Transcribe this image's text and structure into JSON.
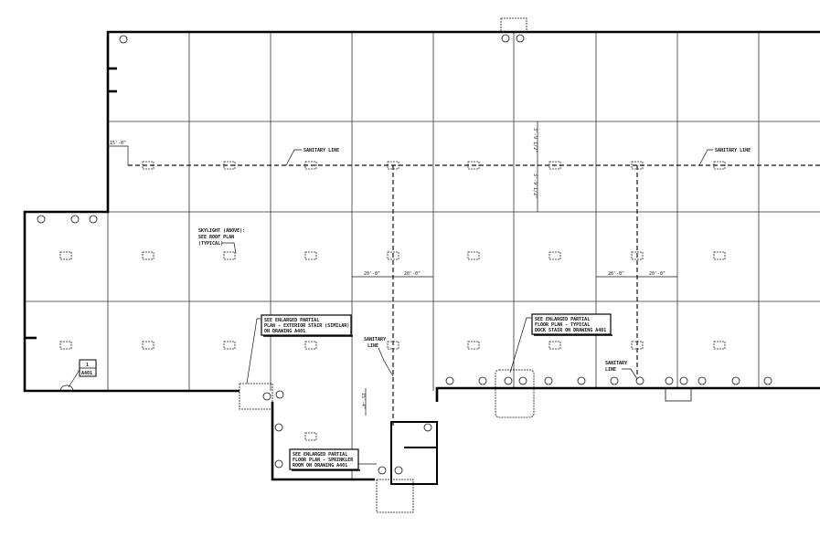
{
  "labels": {
    "sanitary_line_1": "SANITARY LINE",
    "sanitary_line_2": "SANITARY LINE",
    "sanitary_line_3": [
      "SANITARY",
      "LINE"
    ],
    "sanitary_line_4": [
      "SANITARY",
      "LINE"
    ],
    "skylight_note": [
      "SKYLIGHT (ABOVE):",
      "SEE ROOF PLAN",
      "(TYPICAL)"
    ],
    "exterior_stair_note": [
      "SEE ENLARGED PARTIAL",
      "PLAN - EXTERIOR STAIR (SIMILAR)",
      "ON DRAWING A401"
    ],
    "dock_stair_note": [
      "SEE ENLARGED PARTIAL",
      "FLOOR PLAN - TYPICAL",
      "DOCK STAIR ON DRAWING A401"
    ],
    "sprinkler_room_note": [
      "SEE ENLARGED PARTIAL",
      "FLOOR PLAN - SPRINKLER",
      "ROOM ON DRAWING A401"
    ]
  },
  "dimensions": {
    "left_offset": "15'-0\"",
    "bay_half_1": "20'-0\"",
    "bay_half_2": "20'-0\"",
    "bay_half_3": "20'-0\"",
    "bay_half_4": "20'-0\"",
    "vertical_half_1": "3'-9 1/2\"",
    "vertical_half_2": "3'-9 1/2\"",
    "lobby_dim": "15'-4\""
  },
  "section_marker": {
    "number": "1",
    "sheet": "A401"
  },
  "colors": {
    "ink": "#111111",
    "paper": "#ffffff"
  }
}
